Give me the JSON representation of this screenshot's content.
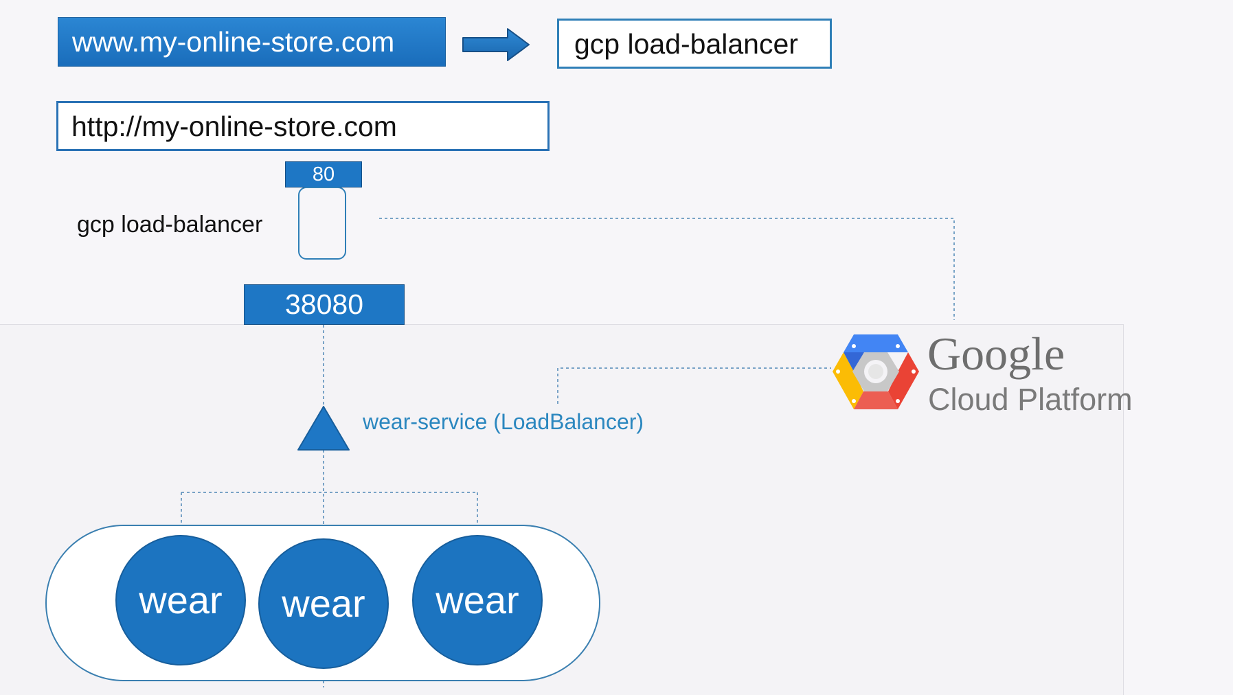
{
  "header": {
    "domain_label": "www.my-online-store.com",
    "load_balancer_label": "gcp load-balancer"
  },
  "address_bar": {
    "url": "http://my-online-store.com"
  },
  "load_balancer": {
    "label": "gcp load-balancer",
    "port": "80",
    "node_port": "38080"
  },
  "service": {
    "label": "wear-service (LoadBalancer)"
  },
  "pods": [
    {
      "label": "wear"
    },
    {
      "label": "wear"
    },
    {
      "label": "wear"
    }
  ],
  "gcp_logo": {
    "google": "Google",
    "cloud_platform": "Cloud Platform"
  },
  "colors": {
    "primary_blue": "#1e77c5",
    "border_blue": "#2f7fb7",
    "service_text": "#2b87bf",
    "gcp_blue": "#4285f4",
    "gcp_red": "#ea4335",
    "gcp_yellow": "#fbbc05"
  }
}
